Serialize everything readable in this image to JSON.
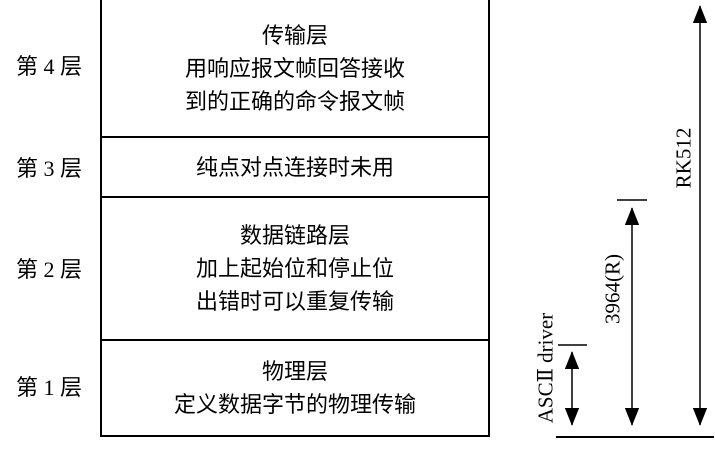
{
  "diagram": {
    "layers": [
      {
        "label": "第 4 层",
        "lines": [
          "传输层",
          "用响应报文帧回答接收",
          "到的正确的命令报文帧"
        ]
      },
      {
        "label": "第 3 层",
        "lines": [
          "纯点对点连接时未用"
        ]
      },
      {
        "label": "第 2 层",
        "lines": [
          "数据链路层",
          "加上起始位和停止位",
          "出错时可以重复传输"
        ]
      },
      {
        "label": "第 1 层",
        "lines": [
          "物理层",
          "定义数据字节的物理传输"
        ]
      }
    ],
    "protocols": [
      {
        "name": "ASCⅡ driver"
      },
      {
        "name": "3964(R)"
      },
      {
        "name": "RK512"
      }
    ],
    "line_color": "#000000",
    "background": "#ffffff"
  }
}
